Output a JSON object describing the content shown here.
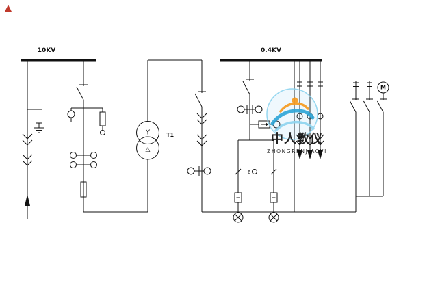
{
  "page": {
    "background": "#ffffff",
    "line_color": "#111111"
  },
  "labels": {
    "bus_10kv": "10KV",
    "bus_04kv": "0.4KV",
    "transformer_name": "T1",
    "transformer_primary_winding": "Y",
    "transformer_secondary_winding": "△",
    "motor": "M",
    "branch_count": "6"
  },
  "watermark": {
    "name_cn": "中人教仪",
    "name_en": "ZHONGRENJIAOYI",
    "accent_blue": "#2fa7d8",
    "accent_light_blue": "#8ed4ef",
    "accent_orange": "#f59b20",
    "text_color": "#4a5560"
  },
  "components": {
    "buses": [
      "10KV busbar",
      "0.4KV busbar"
    ],
    "transformer": "Y-delta transformer T1",
    "left_feeder": "arrester with earth, drawout contacts, line arrow",
    "hv_feeder": "disconnector, voltage transformer, fuse, current transformers, fuse",
    "lv_incoming": "disconnector, drawout contacts, current transformers",
    "metering_feeder": "disconnector, current transformers, energy meter, indicator, contactors, signal lamps",
    "outgoing_feeders": "three arrowed outgoing circuits",
    "motor_branch": "breakers and motor M"
  }
}
